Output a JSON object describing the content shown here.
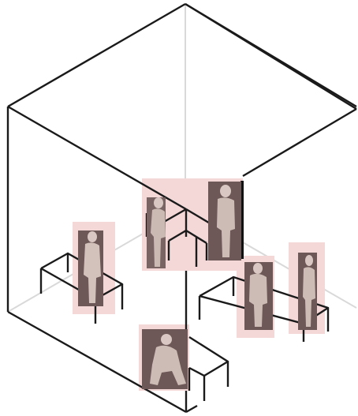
{
  "diagram": {
    "kind": "isometric-room-axonometric",
    "figure_icon": "person-photo-cutout-icon",
    "highlight_color": "#f3d6d6",
    "figure_color": "#6b5454",
    "line_color": "#1a1a1a",
    "hidden_line_color": "#d8d8d8",
    "figures": [
      {
        "id": "figure-left-standing",
        "pose": "standing"
      },
      {
        "id": "figure-back-center",
        "pose": "standing"
      },
      {
        "id": "figure-back-right",
        "pose": "standing"
      },
      {
        "id": "figure-right-holding",
        "pose": "standing"
      },
      {
        "id": "figure-far-right",
        "pose": "standing"
      },
      {
        "id": "figure-front-seated",
        "pose": "seated"
      }
    ],
    "benches": [
      {
        "id": "bench-left"
      },
      {
        "id": "bench-right"
      },
      {
        "id": "bench-front"
      }
    ]
  }
}
